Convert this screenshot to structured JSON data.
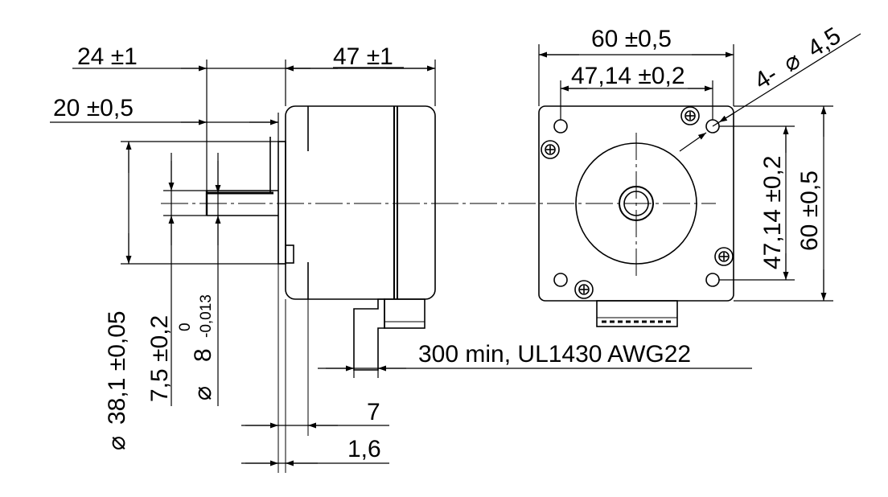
{
  "side_view": {
    "dims": {
      "shaft_overall": "24 ±1",
      "body_length": "47 ±1",
      "shaft_length": "20 ±0,5",
      "pilot_diameter": "38,1 ±0,05",
      "shaft_flat": "7,5 ±0,2",
      "shaft_diameter": "8",
      "shaft_tol_upper": "0",
      "shaft_tol_lower": "-0,013",
      "flange_thickness": "7",
      "pilot_height": "1,6"
    },
    "diameter_symbol": "⌀",
    "cable_note": "300 min, UL1430 AWG22"
  },
  "front_view": {
    "dims": {
      "width": "60 ±0,5",
      "hole_spacing_h": "47,14 ±0,2",
      "hole_spacing_v": "47,14 ±0,2",
      "height": "60 ±0,5",
      "holes_prefix": "4-",
      "holes_diameter": "4,5"
    }
  }
}
